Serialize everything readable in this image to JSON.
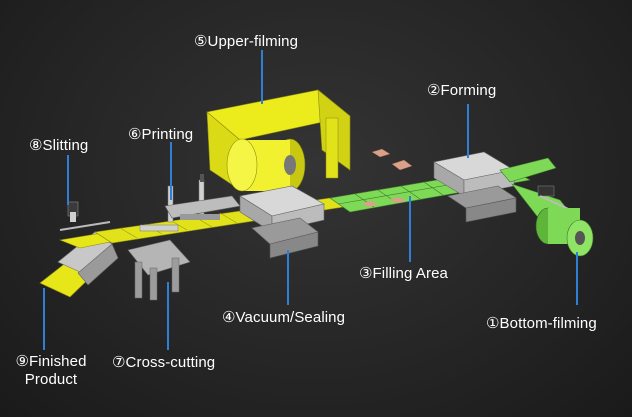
{
  "diagram": {
    "stations": [
      {
        "id": "bottom-filming",
        "label": "①Bottom-filming"
      },
      {
        "id": "forming",
        "label": "②Forming"
      },
      {
        "id": "filling-area",
        "label": "③Filling Area"
      },
      {
        "id": "vacuum-sealing",
        "label": "④Vacuum/Sealing"
      },
      {
        "id": "upper-filming",
        "label": "⑤Upper-filming"
      },
      {
        "id": "printing",
        "label": "⑥Printing"
      },
      {
        "id": "cross-cutting",
        "label": "⑦Cross-cutting"
      },
      {
        "id": "slitting",
        "label": "⑧Slitting"
      },
      {
        "id": "finished-product",
        "label_line1": "⑨Finished",
        "label_line2": "Product"
      }
    ],
    "colors": {
      "background": "#262626",
      "leader_line": "#2f7fd6",
      "film_yellow": "#e8e81a",
      "film_green": "#7ed957",
      "frame_gray": "#a9a9a9"
    }
  }
}
